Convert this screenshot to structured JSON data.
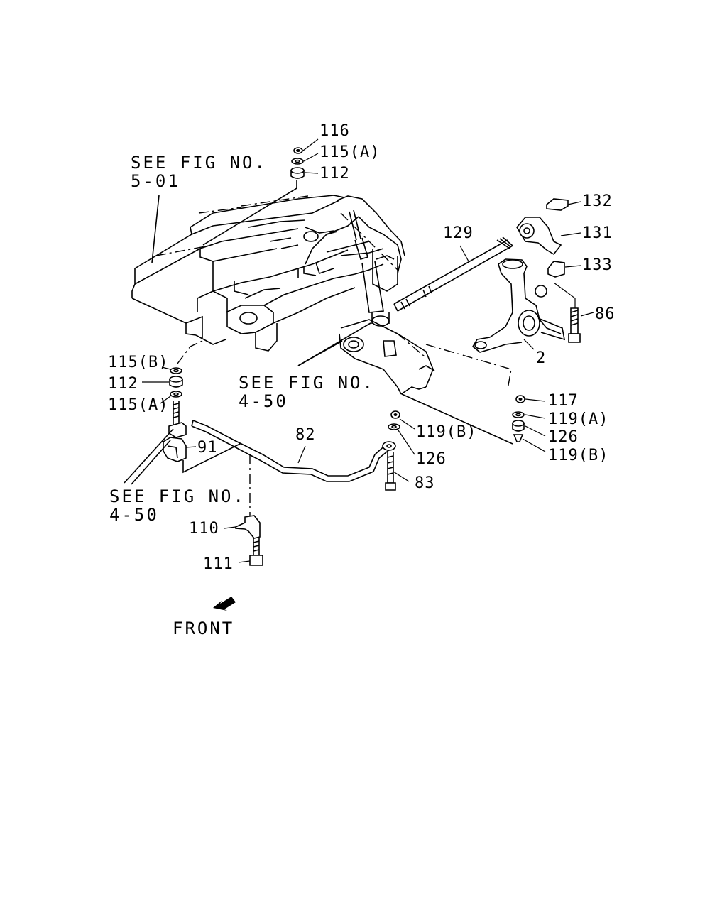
{
  "references": {
    "fig_5_01_line1": "SEE FIG NO.",
    "fig_5_01_line2": "5-01",
    "fig_4_50_mid_line1": "SEE FIG NO.",
    "fig_4_50_mid_line2": "4-50",
    "fig_4_50_left_line1": "SEE FIG NO.",
    "fig_4_50_left_line2": "4-50"
  },
  "parts": {
    "p116": "116",
    "p115a_top": "115(A)",
    "p112_top": "112",
    "p132": "132",
    "p129": "129",
    "p131": "131",
    "p133": "133",
    "p86": "86",
    "p2": "2",
    "p115b": "115(B)",
    "p112_left": "112",
    "p115a_left": "115(A)",
    "p91": "91",
    "p82": "82",
    "p117": "117",
    "p119a": "119(A)",
    "p126_right": "126",
    "p119b_right": "119(B)",
    "p119b_mid": "119(B)",
    "p126_mid": "126",
    "p83": "83",
    "p110": "110",
    "p111": "111"
  },
  "front_label": "FRONT",
  "icons": {
    "front_arrow": "arrow-icon pointing down-left"
  }
}
